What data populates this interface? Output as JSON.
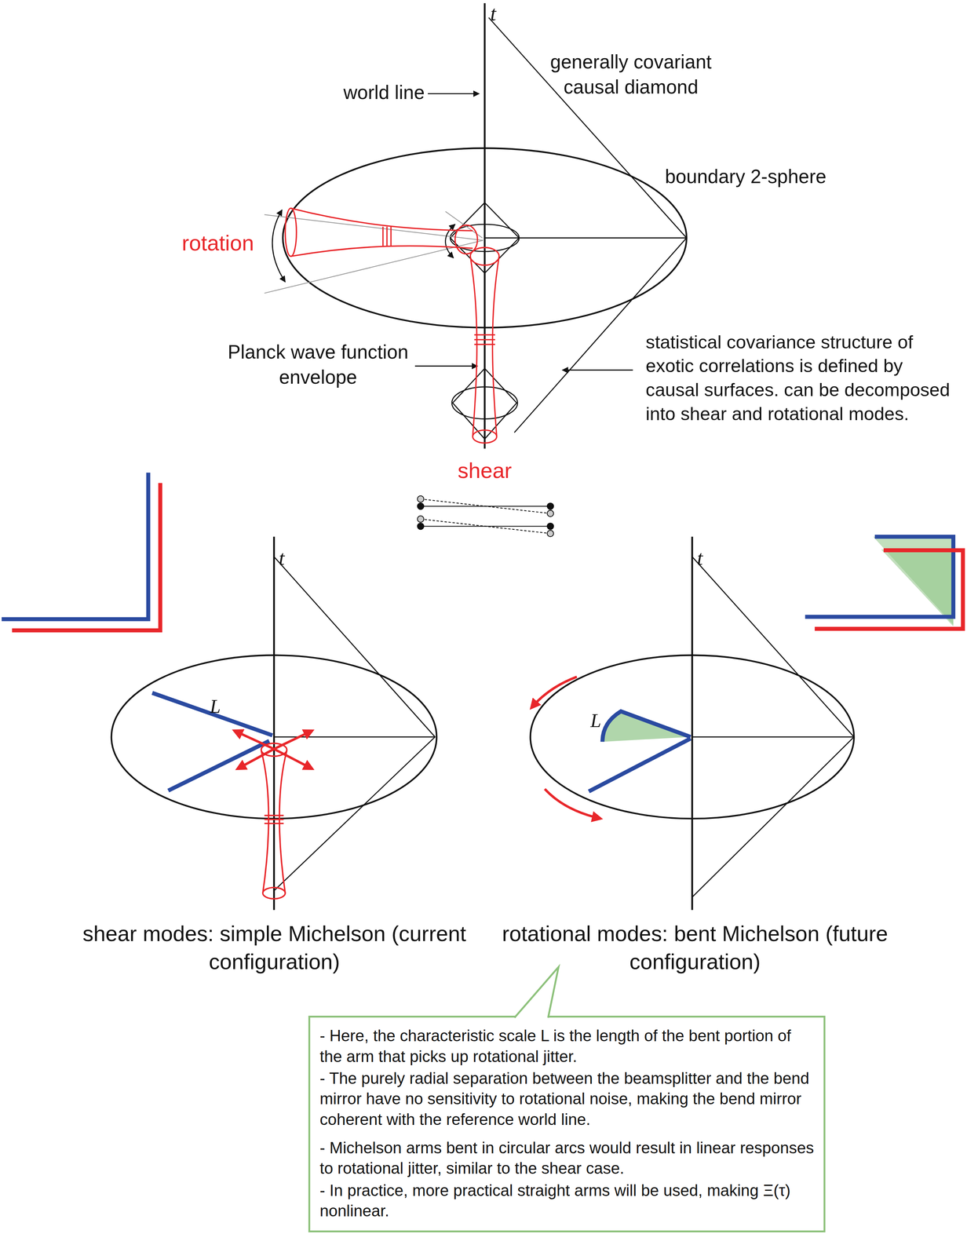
{
  "diagram": {
    "nodes": [
      {
        "text": [
          "- Here, the characteristic scale L is the length of the bent portion of the arm that picks up rotational jitter.",
          "- The purely radial separation between the beamsplitter and the bend mirror have no sensitivity to rotational noise, making the bend mirror coherent with the reference world line.",
          "- Michelson arms bent in circular arcs would result in linear responses to rotational jitter, similar to the shear case.",
          "- In practice, more practical straight arms will be used, making Ξ(τ) nonlinear."
        ]
      }
    ],
    "labels": [
      "t",
      "world line",
      "generally covariant causal diamond",
      "boundary 2-sphere",
      "rotation",
      "Planck wave function envelope",
      "statistical covariance structure of exotic correlations is defined by causal surfaces. can be decomposed into shear and rotational modes.",
      "shear",
      "t",
      "L",
      "shear modes: simple Michelson (current configuration)",
      "t",
      "L",
      "rotational modes: bent Michelson (future configuration)"
    ]
  }
}
